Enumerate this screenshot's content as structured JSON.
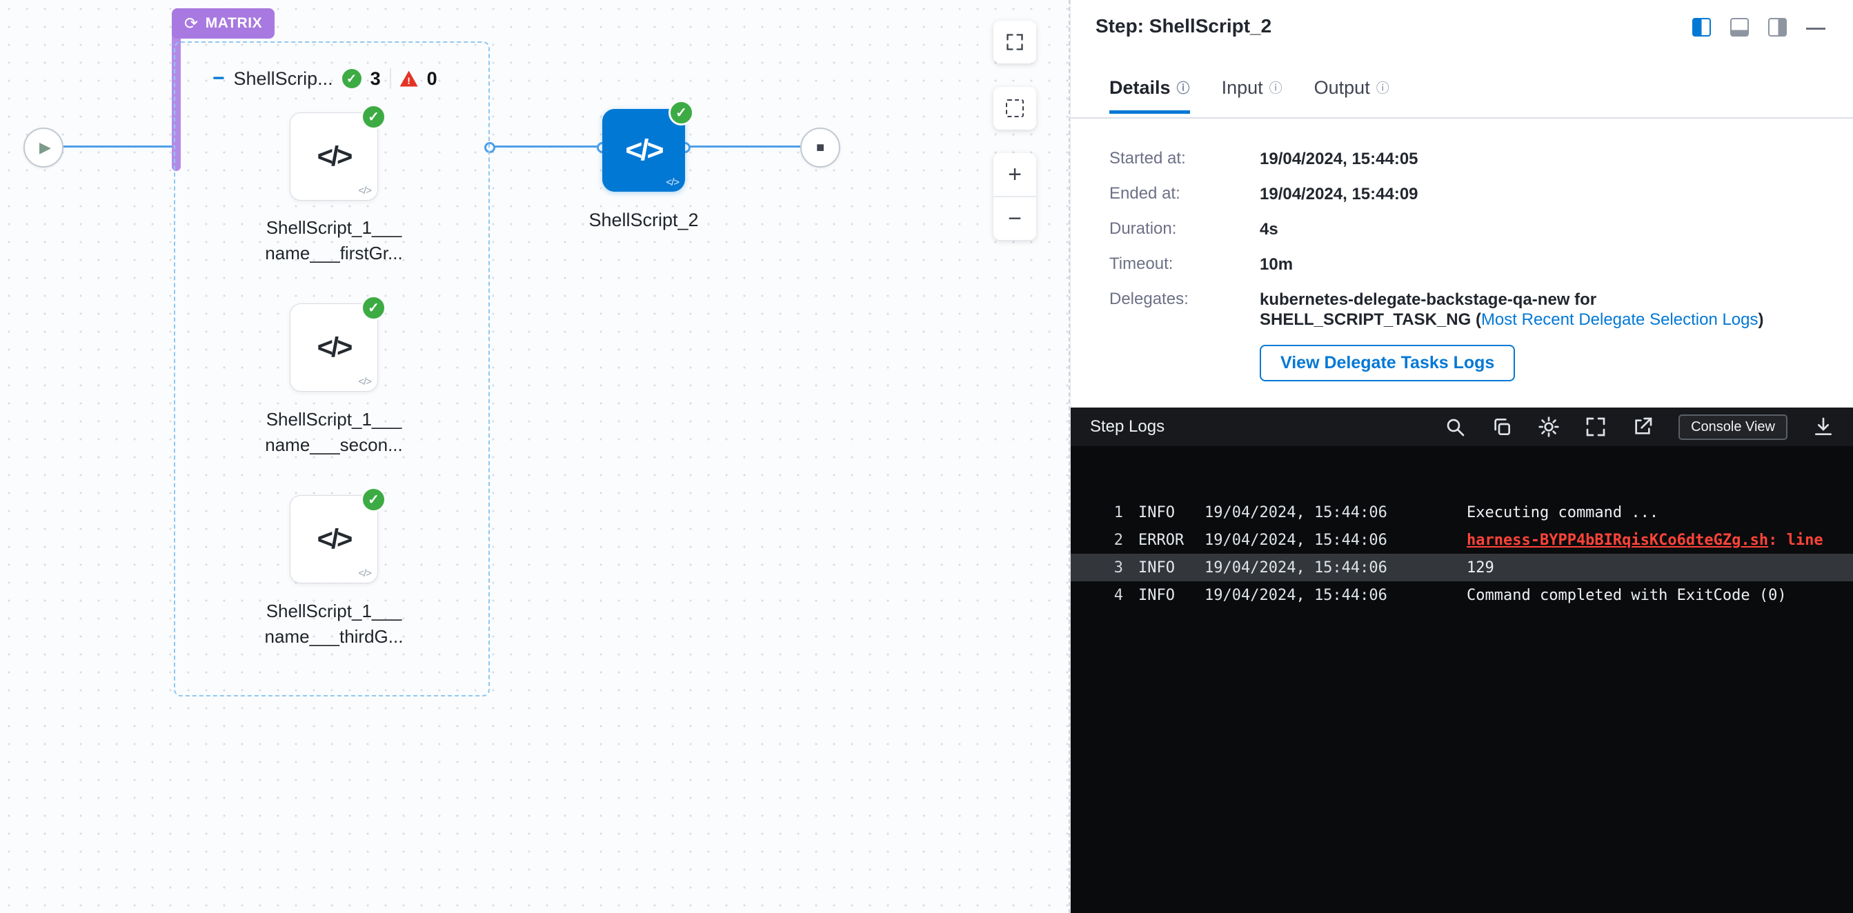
{
  "icons": {
    "check": "✓",
    "play": "▶",
    "stop": "■",
    "code": "</>",
    "loop": "⟳",
    "collapse": "−",
    "plus": "+",
    "minus": "−",
    "info": "ⓘ",
    "panel_minimize": "—"
  },
  "colors": {
    "primary_blue": "#0278d5",
    "success_green": "#3dab44",
    "error_red": "#e43326",
    "matrix_purple": "#a879e0",
    "log_background": "#0a0b0d"
  },
  "canvas": {
    "matrix": {
      "badge": "MATRIX",
      "title": "ShellScrip...",
      "success_count": "3",
      "failed_count": "0",
      "nodes": [
        {
          "line1": "ShellScript_1___",
          "line2": "name___firstGr..."
        },
        {
          "line1": "ShellScript_1___",
          "line2": "name___secon..."
        },
        {
          "line1": "ShellScript_1___",
          "line2": "name___thirdG..."
        }
      ]
    },
    "step_node": {
      "label": "ShellScript_2"
    }
  },
  "panel": {
    "title": "Step: ShellScript_2",
    "tabs": [
      {
        "label": "Details"
      },
      {
        "label": "Input"
      },
      {
        "label": "Output"
      }
    ],
    "details": {
      "rows": [
        {
          "label": "Started at:",
          "value": "19/04/2024, 15:44:05"
        },
        {
          "label": "Ended at:",
          "value": "19/04/2024, 15:44:09"
        },
        {
          "label": "Duration:",
          "value": "4s"
        },
        {
          "label": "Timeout:",
          "value": "10m"
        }
      ],
      "delegates_label": "Delegates:",
      "delegates_line1": "kubernetes-delegate-backstage-qa-new for",
      "delegates_line2_prefix": "SHELL_SCRIPT_TASK_NG (",
      "delegates_link": "Most Recent Delegate Selection Logs",
      "delegates_line2_suffix": ")",
      "view_logs_button": "View Delegate Tasks Logs"
    }
  },
  "logs": {
    "title": "Step Logs",
    "console_view_button": "Console View",
    "rows": [
      {
        "num": "1",
        "level": "INFO",
        "time": "19/04/2024, 15:44:06",
        "msg": "Executing command ..."
      },
      {
        "num": "2",
        "level": "ERROR",
        "time": "19/04/2024, 15:44:06",
        "msg_file": "harness-BYPP4bBIRqisKCo6dteGZg.sh",
        "msg_tail": ": line"
      },
      {
        "num": "3",
        "level": "INFO",
        "time": "19/04/2024, 15:44:06",
        "msg": "129"
      },
      {
        "num": "4",
        "level": "INFO",
        "time": "19/04/2024, 15:44:06",
        "msg": "Command completed with ExitCode (0)"
      }
    ]
  }
}
